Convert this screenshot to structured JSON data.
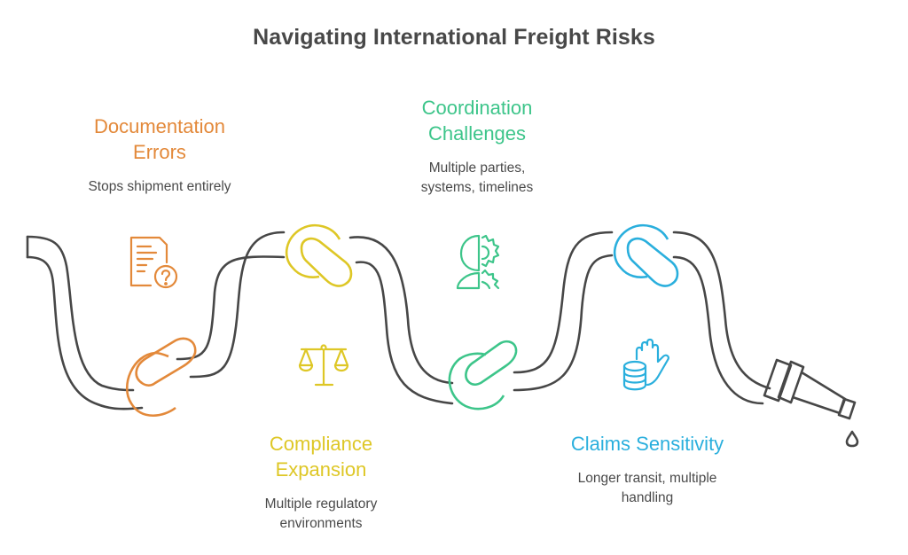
{
  "title": "Navigating International Freight Risks",
  "colors": {
    "hose": "#474747",
    "orange": "#E3893A",
    "green": "#3DC58A",
    "yellow": "#DEC726",
    "blue": "#2AAFDD",
    "text": "#4a4a4a"
  },
  "risks": [
    {
      "heading_line1": "Documentation",
      "heading_line2": "Errors",
      "desc_line1": "Stops shipment entirely",
      "desc_line2": "",
      "color": "#E3893A",
      "icon": "document-question-icon"
    },
    {
      "heading_line1": "Coordination",
      "heading_line2": "Challenges",
      "desc_line1": "Multiple parties,",
      "desc_line2": "systems, timelines",
      "color": "#3DC58A",
      "icon": "person-gear-icon"
    },
    {
      "heading_line1": "Compliance",
      "heading_line2": "Expansion",
      "desc_line1": "Multiple regulatory",
      "desc_line2": "environments",
      "color": "#DEC726",
      "icon": "balance-scale-icon"
    },
    {
      "heading_line1": "Claims Sensitivity",
      "heading_line2": "",
      "desc_line1": "Longer transit, multiple",
      "desc_line2": "handling",
      "color": "#2AAFDD",
      "icon": "coins-hand-icon"
    }
  ]
}
